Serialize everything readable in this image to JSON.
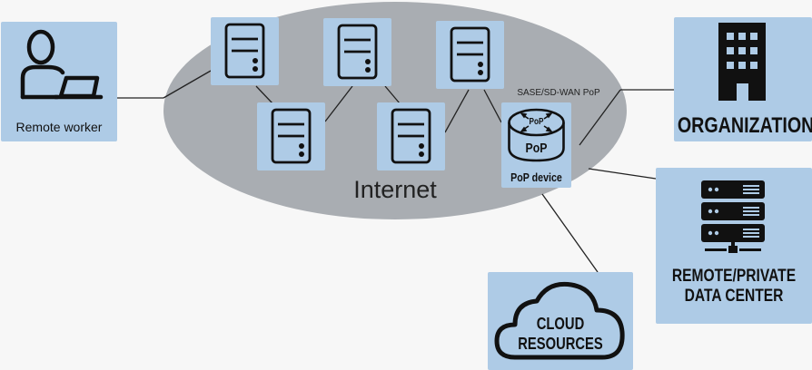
{
  "diagram": {
    "title": "SASE / SD-WAN PoP network diagram",
    "internet_label": "Internet",
    "pop_caption": "SASE/SD-WAN PoP",
    "nodes": {
      "remote_worker": {
        "label": "Remote worker",
        "icon": "user-laptop-icon"
      },
      "pop_device": {
        "label": "PoP device",
        "icon": "pop-router-icon",
        "center_text": "PoP",
        "top_text": "PoP"
      },
      "organization": {
        "label": "ORGANIZATION",
        "icon": "building-icon"
      },
      "data_center": {
        "line1": "REMOTE/PRIVATE",
        "line2": "DATA CENTER",
        "icon": "server-rack-icon"
      },
      "cloud": {
        "line1": "CLOUD",
        "line2": "RESOURCES",
        "icon": "cloud-icon"
      }
    },
    "servers": [
      {
        "id": "server-1",
        "icon": "server-icon"
      },
      {
        "id": "server-2",
        "icon": "server-icon"
      },
      {
        "id": "server-3",
        "icon": "server-icon"
      },
      {
        "id": "server-4",
        "icon": "server-icon"
      },
      {
        "id": "server-5",
        "icon": "server-icon"
      }
    ],
    "colors": {
      "box": "#aecbe6",
      "cloud_ellipse": "#a9adb2",
      "background": "#f7f7f7",
      "ink": "#111111"
    }
  }
}
